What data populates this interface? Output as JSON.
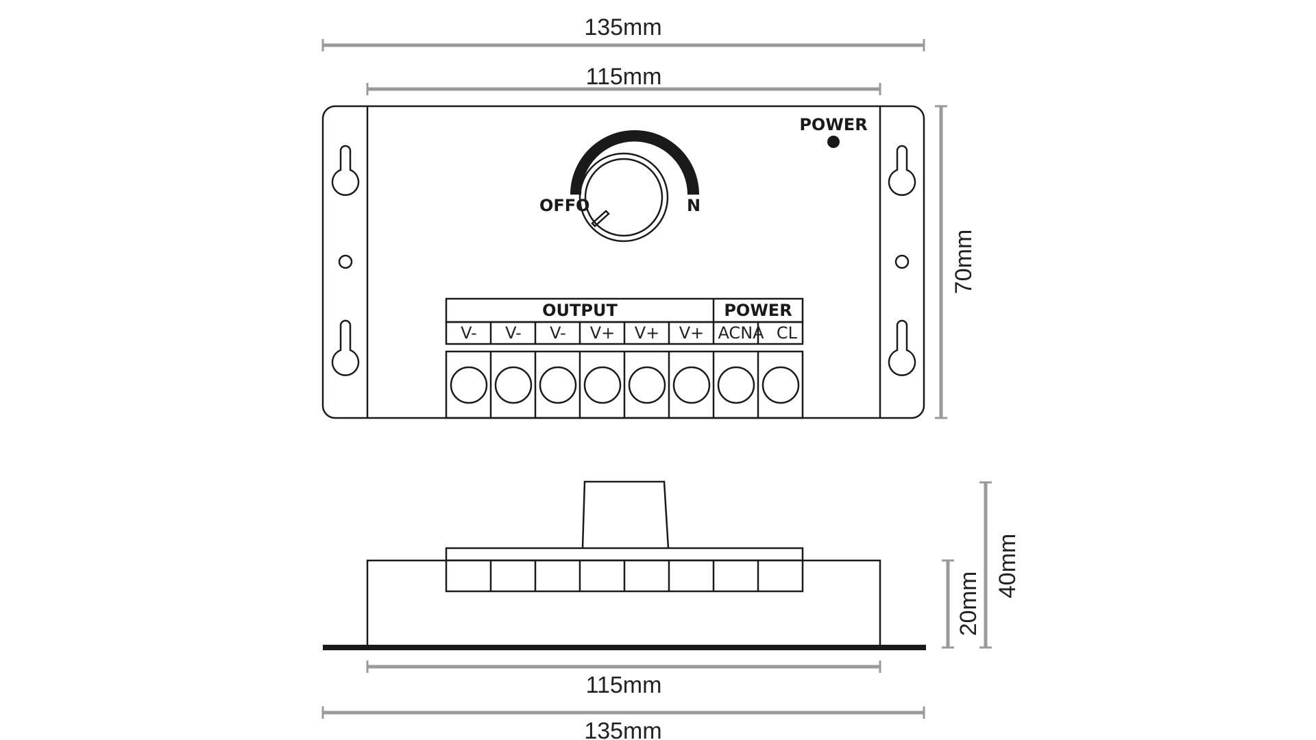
{
  "dimensions": {
    "top_overall_width": "135mm",
    "top_inner_width": "115mm",
    "height": "70mm",
    "side_overall_height": "40mm",
    "side_body_height": "20mm",
    "bottom_inner_width": "115mm",
    "bottom_overall_width": "135mm"
  },
  "labels": {
    "power_indicator": "POWER",
    "knob_off": "OFF",
    "knob_o": "O",
    "knob_n": "N",
    "output_header": "OUTPUT",
    "power_header": "POWER"
  },
  "terminals": [
    "V-",
    "V-",
    "V-",
    "V+",
    "V+",
    "V+",
    "ACN",
    "ACL"
  ],
  "power_terminal_text": [
    "ACNA",
    "CL"
  ],
  "colors": {
    "line": "#1a1a1a",
    "dimension_line": "#9a9a9a",
    "background": "#ffffff"
  }
}
